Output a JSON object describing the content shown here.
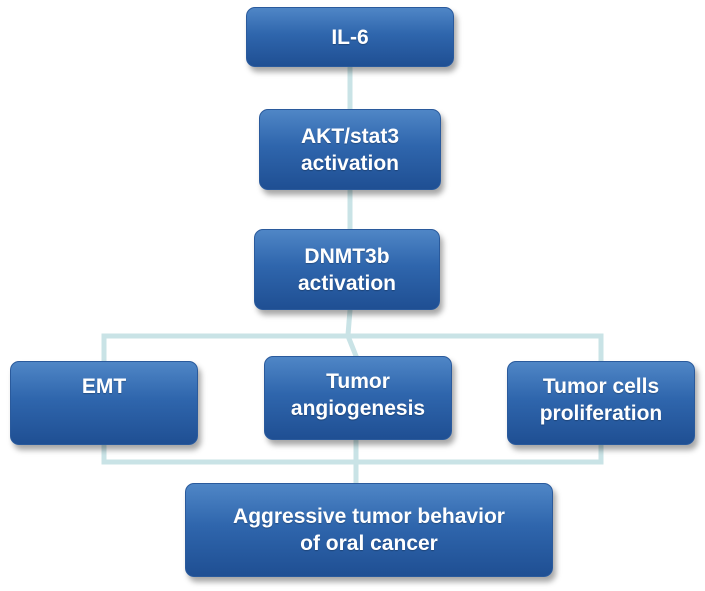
{
  "diagram": {
    "nodes": {
      "il6": {
        "lines": [
          "IL-6"
        ]
      },
      "akt": {
        "lines": [
          "AKT/stat3",
          "activation"
        ]
      },
      "dnmt": {
        "lines": [
          "DNMT3b",
          "activation"
        ]
      },
      "emt": {
        "lines": [
          "EMT"
        ]
      },
      "angio": {
        "lines": [
          "Tumor",
          "angiogenesis"
        ]
      },
      "prolif": {
        "lines": [
          "Tumor cells",
          "proliferation"
        ]
      },
      "aggr": {
        "lines": [
          "Aggressive tumor behavior",
          "of oral cancer"
        ]
      }
    },
    "colors": {
      "box_fill_top": "#4f86c6",
      "box_fill_bottom": "#1f4f93",
      "connector": "#c9e3e6",
      "text": "#ffffff"
    }
  }
}
